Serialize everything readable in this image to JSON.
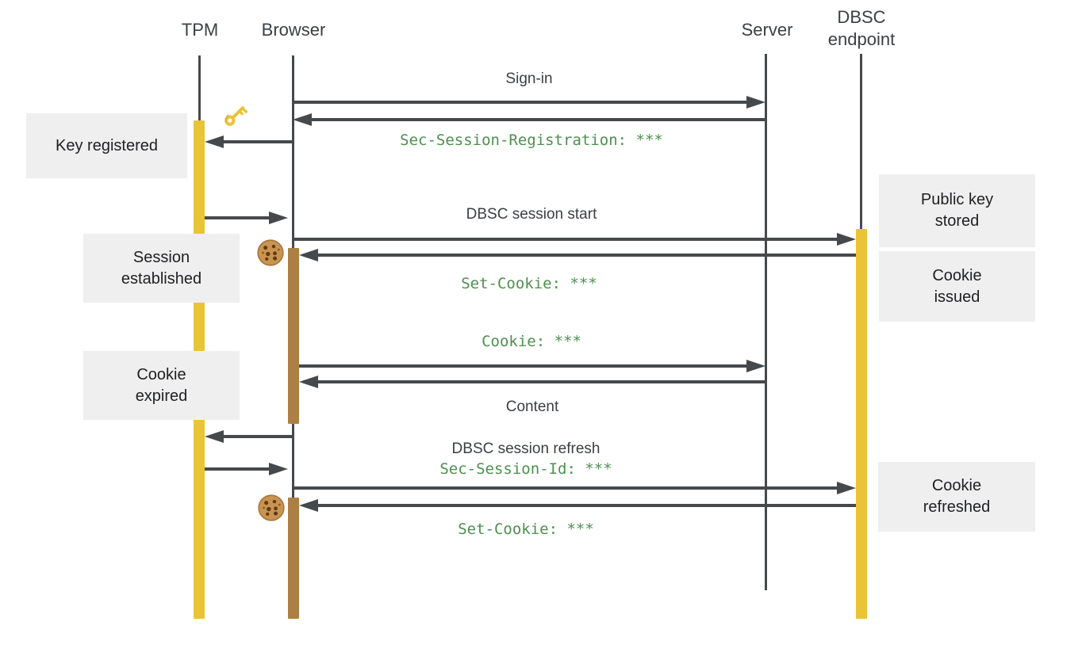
{
  "diagram_title": "DBSC session flow sequence diagram",
  "actors": [
    {
      "id": "tpm",
      "label": "TPM"
    },
    {
      "id": "browser",
      "label": "Browser"
    },
    {
      "id": "server",
      "label": "Server"
    },
    {
      "id": "dbsc-endpoint",
      "label_line1": "DBSC",
      "label_line2": "endpoint"
    }
  ],
  "messages": {
    "sign_in": "Sign-in",
    "sec_session_registration": "Sec-Session-Registration: ***",
    "dbsc_session_start": "DBSC session start",
    "set_cookie_first": "Set-Cookie: ***",
    "cookie": "Cookie: ***",
    "content": "Content",
    "dbsc_session_refresh": "DBSC session refresh",
    "sec_session_id": "Sec-Session-Id: ***",
    "set_cookie_second": "Set-Cookie: ***"
  },
  "state_notes": {
    "key_registered": {
      "line1": "Key registered",
      "line2": ""
    },
    "session_established": {
      "line1": "Session",
      "line2": "established"
    },
    "cookie_expired": {
      "line1": "Cookie",
      "line2": "expired"
    },
    "public_key_stored": {
      "line1": "Public key",
      "line2": "stored"
    },
    "cookie_issued": {
      "line1": "Cookie",
      "line2": "issued"
    },
    "cookie_refreshed": {
      "line1": "Cookie",
      "line2": "refreshed"
    }
  },
  "icons": {
    "key": "key-icon",
    "cookie_first": "cookie-icon",
    "cookie_second": "cookie-icon"
  },
  "colors": {
    "tpm_activation": "#EAC437",
    "dbsc_activation": "#EAC437",
    "browser_activation": "#AC8045",
    "lifeline_and_arrows": "#46494C",
    "code_label_green": "#4E8F50",
    "note_background": "#EFEFEF",
    "label_text": "#3C4043"
  }
}
